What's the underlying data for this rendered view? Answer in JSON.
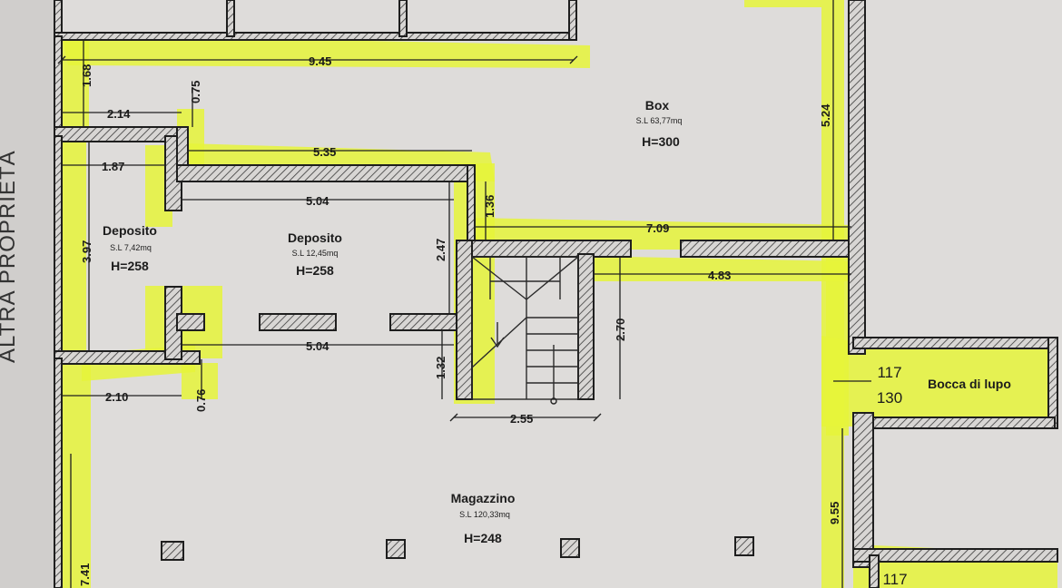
{
  "side_label": "ALTRA PROPRIETÀ",
  "rooms": {
    "box": {
      "name": "Box",
      "area": "S.L 63,77mq",
      "height": "H=300"
    },
    "deposito_small": {
      "name": "Deposito",
      "area": "S.L 7,42mq",
      "height": "H=258"
    },
    "deposito_large": {
      "name": "Deposito",
      "area": "S.L 12,45mq",
      "height": "H=258"
    },
    "magazzino": {
      "name": "Magazzino",
      "area": "S.L 120,33mq",
      "height": "H=248"
    },
    "bocca": {
      "name": "Bocca di lupo",
      "num_top": "117",
      "num_bottom": "130",
      "num_top_2": "117"
    }
  },
  "dimensions": {
    "d_9_45": "9.45",
    "d_1_68": "1.68",
    "d_2_14": "2.14",
    "d_0_75": "0.75",
    "d_5_35": "5.35",
    "d_1_87": "1.87",
    "d_5_04_top": "5.04",
    "d_1_36": "1.36",
    "d_3_97": "3.97",
    "d_2_47": "2.47",
    "d_7_09": "7.09",
    "d_4_83": "4.83",
    "d_5_24": "5.24",
    "d_2_70": "2.70",
    "d_5_04_bottom": "5.04",
    "d_1_32": "1.32",
    "d_2_10": "2.10",
    "d_0_76": "0.76",
    "d_2_55": "2.55",
    "d_9_55": "9.55",
    "d_7_41": "7.41"
  }
}
